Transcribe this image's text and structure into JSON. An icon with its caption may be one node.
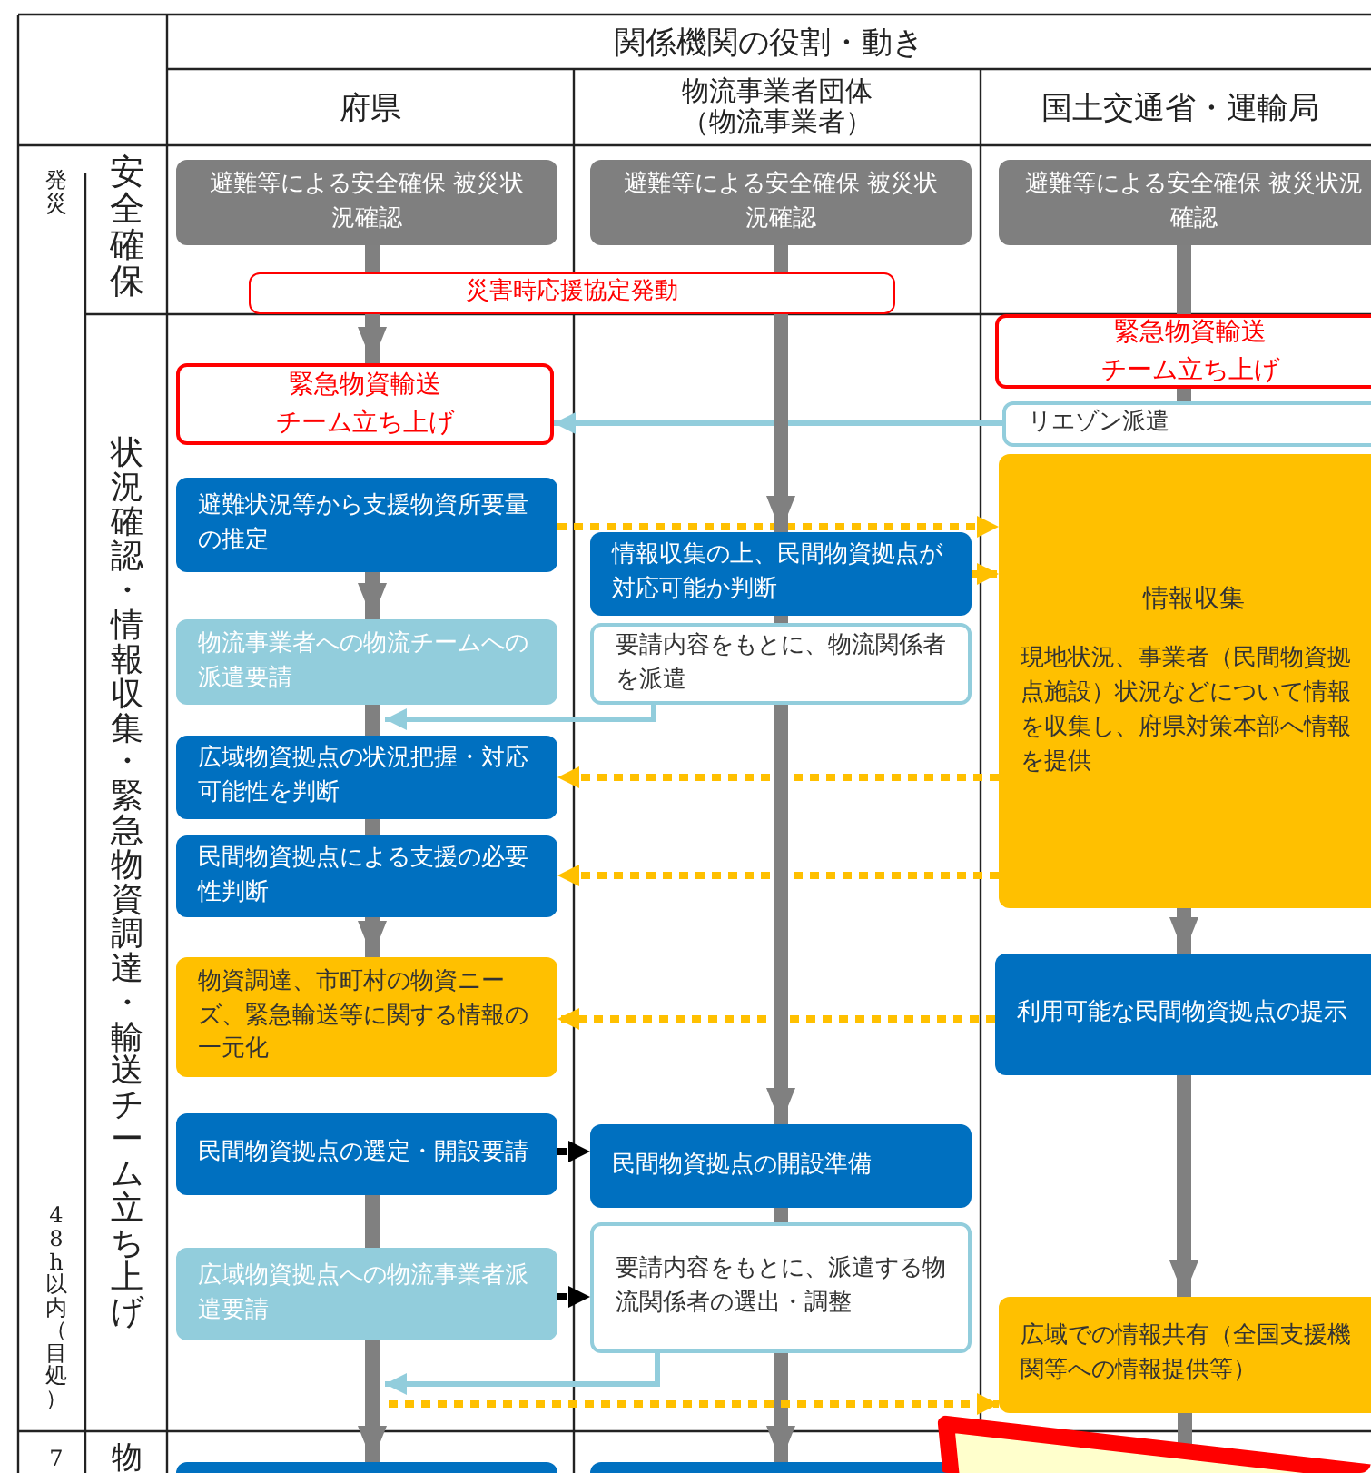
{
  "diagram": {
    "nodes": [
      {
        "text": [
          "避難等による安全確保 被災状況確認"
        ]
      },
      {
        "text": [
          "避難等による安全確保 被災状況確認"
        ]
      },
      {
        "text": [
          "避難等による安全確保 被災状況確認"
        ]
      },
      {
        "text": [
          "災害時応援協定発動"
        ]
      },
      {
        "text": [
          "緊急物資輸送チーム立ち上げ"
        ]
      },
      {
        "text": [
          "緊急物資輸送チーム立ち上げ"
        ]
      },
      {
        "text": [
          "リエゾン派遣"
        ]
      },
      {
        "text": [
          "避難状況等から支援物資所要量の推定"
        ]
      },
      {
        "text": [
          "情報収集の上、民間物資拠点が対応可能か判断"
        ]
      },
      {
        "text": [
          "情報収集",
          "現地状況、事業者（民間物資拠点施設）状況などについて情報を収集し、府県対策本部へ情報を提供"
        ]
      },
      {
        "text": [
          "物流事業者への物流チームへの派遣要請"
        ]
      },
      {
        "text": [
          "要請内容をもとに、物流関係者を派遣"
        ]
      },
      {
        "text": [
          "広域物資拠点の状況把握・対応可能性を判断"
        ]
      },
      {
        "text": [
          "民間物資拠点による支援の必要性判断"
        ]
      },
      {
        "text": [
          "物資調達、市町村の物資ニーズ、緊急輸送等に関する情報の一元化"
        ]
      },
      {
        "text": [
          "利用可能な民間物資拠点の提示"
        ]
      },
      {
        "text": [
          "民間物資拠点の選定・開設要請"
        ]
      },
      {
        "text": [
          "民間物資拠点の開設準備"
        ]
      },
      {
        "text": [
          "広域物資拠点への物流事業者派遣要請"
        ]
      },
      {
        "text": [
          "要請内容をもとに、派遣する物流関係者の選出・調整"
        ]
      },
      {
        "text": [
          "広域での情報共有（全国支援機関等への情報提供等）"
        ]
      },
      {
        "text": [],
        "shape": "box"
      },
      {
        "text": [],
        "shape": "box"
      },
      {
        "text": [],
        "shape": "box"
      }
    ],
    "edges": [
      {
        "from": 0,
        "to": 3,
        "arrow": "none"
      },
      {
        "from": 1,
        "to": 3,
        "arrow": "none"
      },
      {
        "from": 2,
        "to": 5,
        "arrow": "none"
      },
      {
        "from": 5,
        "to": 6,
        "arrow": "none"
      },
      {
        "from": 6,
        "to": 4,
        "arrow": "to",
        "color": "#92cddc"
      },
      {
        "from": 7,
        "to": 9,
        "arrow": "to",
        "style": "dashed",
        "color": "#ffc000"
      },
      {
        "from": 8,
        "to": 9,
        "arrow": "to",
        "style": "dashed",
        "color": "#ffc000"
      },
      {
        "from": 7,
        "to": 10,
        "arrow": "to"
      },
      {
        "from": 8,
        "to": 11,
        "arrow": "none"
      },
      {
        "from": 11,
        "to": 12,
        "arrow": "to",
        "color": "#92cddc"
      },
      {
        "from": 10,
        "to": 12,
        "arrow": "none"
      },
      {
        "from": 9,
        "to": 12,
        "arrow": "to",
        "style": "dashed",
        "color": "#ffc000"
      },
      {
        "from": 9,
        "to": 13,
        "arrow": "to",
        "style": "dashed",
        "color": "#ffc000"
      },
      {
        "from": 12,
        "to": 13,
        "arrow": "none"
      },
      {
        "from": 13,
        "to": 14,
        "arrow": "to"
      },
      {
        "from": 9,
        "to": 15,
        "arrow": "to"
      },
      {
        "from": 15,
        "to": 14,
        "arrow": "to",
        "style": "dashed",
        "color": "#ffc000"
      },
      {
        "from": 11,
        "to": 17,
        "arrow": "to"
      },
      {
        "from": 16,
        "to": 17,
        "arrow": "to",
        "style": "dashed",
        "color": "#000000"
      },
      {
        "from": 16,
        "to": 18,
        "arrow": "none"
      },
      {
        "from": 18,
        "to": 19,
        "arrow": "to",
        "style": "dashed",
        "color": "#000000"
      },
      {
        "from": 17,
        "to": 19,
        "arrow": "none"
      },
      {
        "from": 19,
        "to": 18,
        "arrow": "to",
        "color": "#92cddc"
      },
      {
        "from": 18,
        "to": 21,
        "arrow": "to"
      },
      {
        "from": 19,
        "to": 22,
        "arrow": "to"
      },
      {
        "from": 15,
        "to": 20,
        "arrow": "to"
      },
      {
        "from": null,
        "to": 20,
        "arrow": "to",
        "style": "dashed",
        "color": "#ffc000"
      },
      {
        "from": 20,
        "to": 23,
        "arrow": "none"
      },
      {
        "from": 3,
        "to": 4,
        "arrow": "to"
      },
      {
        "from": 3,
        "to": 8,
        "arrow": "to"
      }
    ],
    "labels": [
      "関係機関の役割・動き",
      "府県",
      "物流事業者団体（物流事業者）",
      "国土交通省・運輸局",
      "発災",
      "安全確保",
      "状況確認・情報収集・緊急物資調達・輸送チーム立ち上げ",
      "48h以内（目処）",
      "7",
      "物"
    ]
  }
}
